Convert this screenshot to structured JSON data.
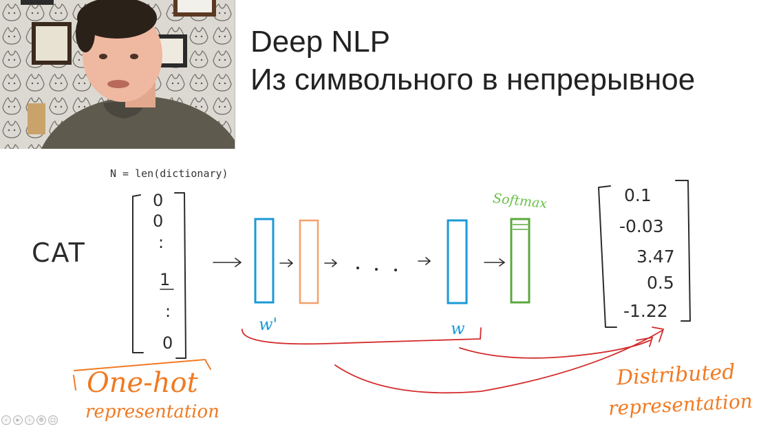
{
  "title": {
    "line1": "Deep NLP",
    "line2": "Из символьного в непрерывное"
  },
  "formula": "N = len(dictionary)",
  "word": "CAT",
  "one_hot_vector": [
    "0",
    "0",
    ":",
    "1",
    ":",
    "0"
  ],
  "softmax_label": "Softmax",
  "weight_labels": {
    "first": "w'",
    "second": "w"
  },
  "dense_vector": [
    "0.1",
    "-0.03",
    "3.47",
    "0.5",
    "-1.22"
  ],
  "annotations": {
    "one_hot_line1": "One-hot",
    "one_hot_line2": "representation",
    "distributed_line1": "Distributed",
    "distributed_line2": "representation"
  },
  "colors": {
    "blue_layer": "#1a9ad6",
    "orange_layer": "#f4a06a",
    "green_layer": "#5aa83c",
    "annotation_orange": "#f07a22",
    "red_link": "#d42a2a"
  },
  "player_controls": [
    "prev-icon",
    "play-icon",
    "next-icon",
    "settings-icon",
    "fullscreen-icon"
  ]
}
